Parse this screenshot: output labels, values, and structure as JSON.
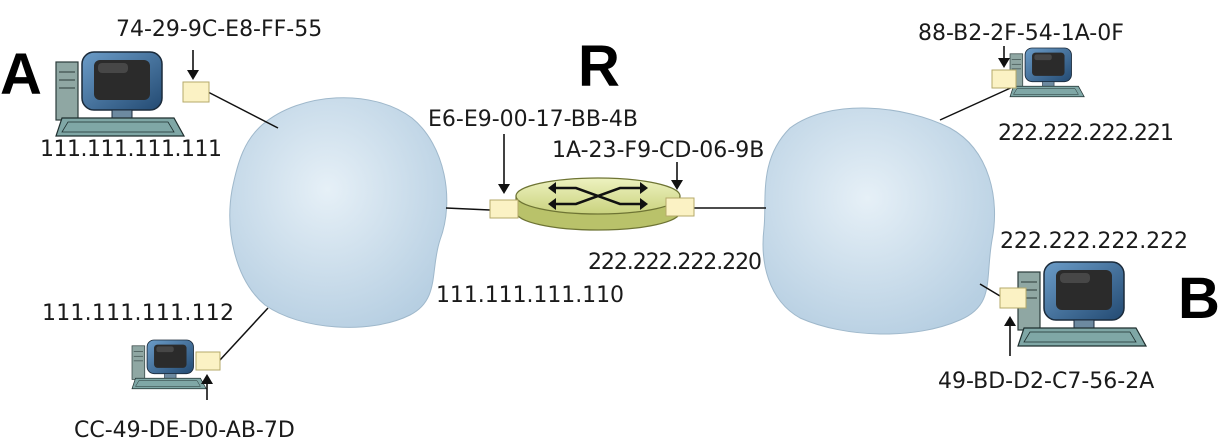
{
  "nodes": {
    "host_a": {
      "letter": "A",
      "mac": "74-29-9C-E8-FF-55",
      "ip": "111.111.111.111"
    },
    "host_lower_left": {
      "mac": "CC-49-DE-D0-AB-7D",
      "ip": "111.111.111.112"
    },
    "router": {
      "letter": "R",
      "left_mac": "E6-E9-00-17-BB-4B",
      "right_mac": "1A-23-F9-CD-06-9B",
      "left_ip": "111.111.111.110",
      "right_ip": "222.222.222.220"
    },
    "host_upper_right": {
      "mac": "88-B2-2F-54-1A-0F",
      "ip": "222.222.222.221"
    },
    "host_b": {
      "letter": "B",
      "mac": "49-BD-D2-C7-56-2A",
      "ip": "222.222.222.222"
    }
  },
  "colors": {
    "cloud": "#c7dcea",
    "router_body": "#e4eaa6",
    "adapter": "#fbf2c4",
    "monitor": "#3d6f9c",
    "screen": "#2b2b2b"
  }
}
